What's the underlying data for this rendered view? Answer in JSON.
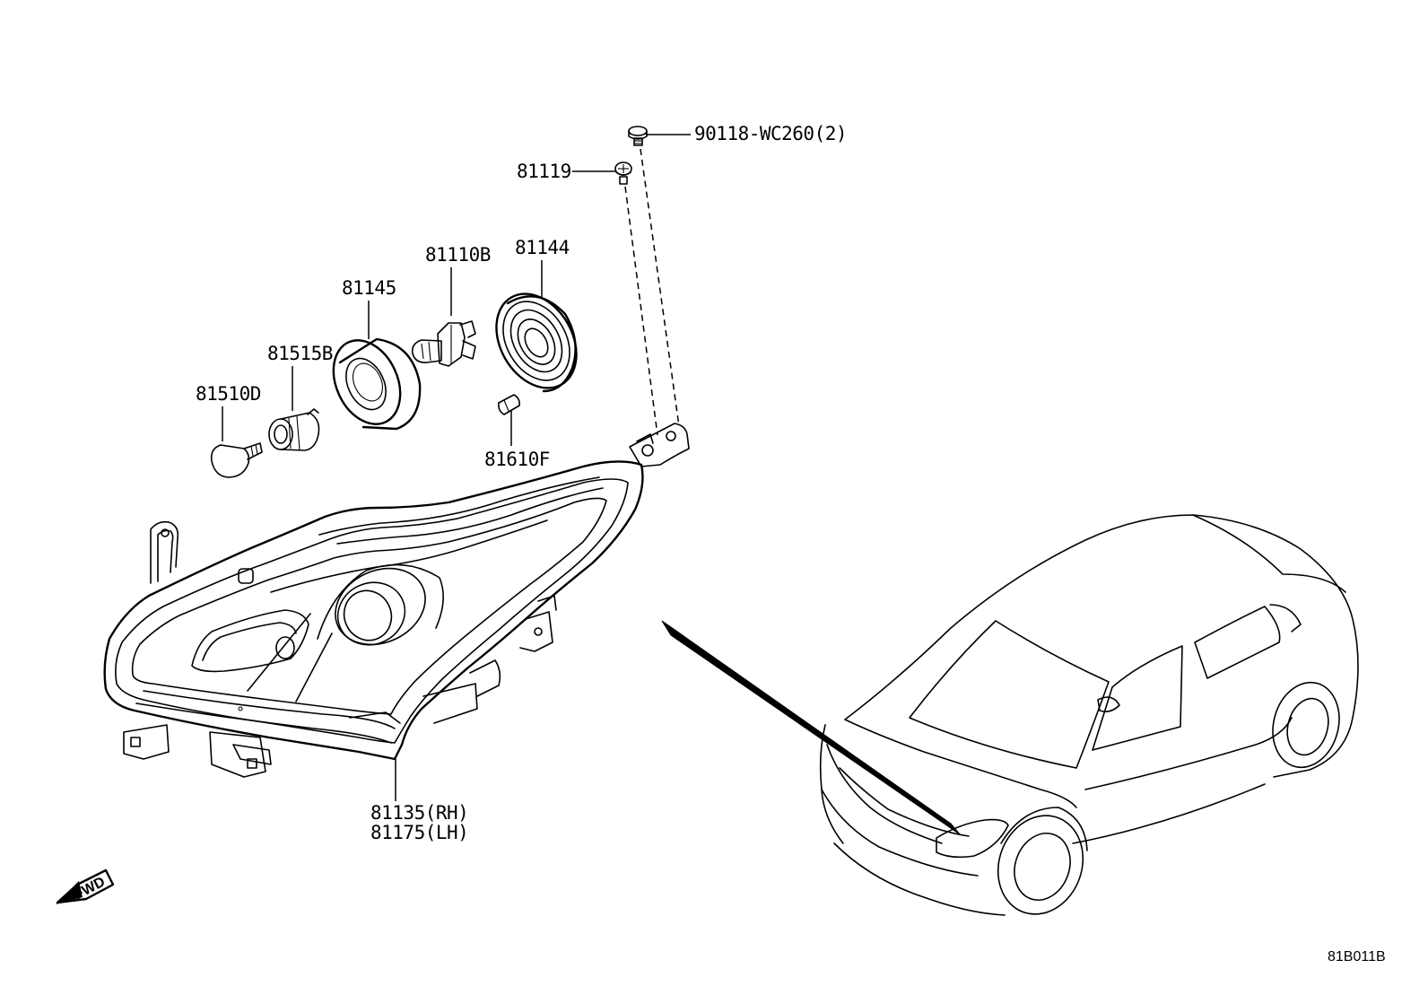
{
  "parts": {
    "p90118": "90118-WC260(2)",
    "p81119": "81119",
    "p81110b": "81110B",
    "p81144": "81144",
    "p81145": "81145",
    "p81515b": "81515B",
    "p81510d": "81510D",
    "p81610f": "81610F",
    "p81135": "81135(RH)",
    "p81175": "81175(LH)"
  },
  "fwd_label": "FWD",
  "ref_code": "81B011B"
}
